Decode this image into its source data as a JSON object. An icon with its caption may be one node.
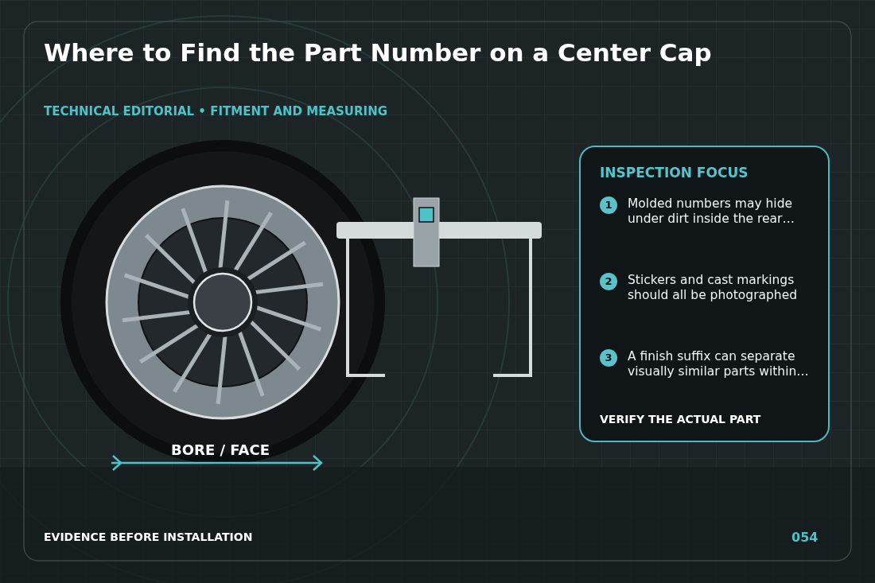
{
  "diagram": {
    "title": "Where to Find the Part Number on a Center Cap",
    "nodes": [
      {
        "text": [
          "INSPECTION FOCUS",
          "VERIFY THE ACTUAL PART"
        ]
      },
      {
        "text": [
          "1"
        ],
        "in": 0,
        "beside": [
          "Molded numbers may hide under dirt inside the rear…"
        ]
      },
      {
        "text": [
          "2"
        ],
        "in": 0,
        "beside": [
          "Stickers and cast markings should all be photographed"
        ]
      },
      {
        "text": [
          "3"
        ],
        "in": 0,
        "beside": [
          "A finish suffix can separate visually similar parts within…"
        ]
      }
    ],
    "labels": [
      "TECHNICAL EDITORIAL • FITMENT AND MEASURING",
      "BORE / FACE",
      "EVIDENCE BEFORE INSTALLATION",
      "054"
    ]
  }
}
